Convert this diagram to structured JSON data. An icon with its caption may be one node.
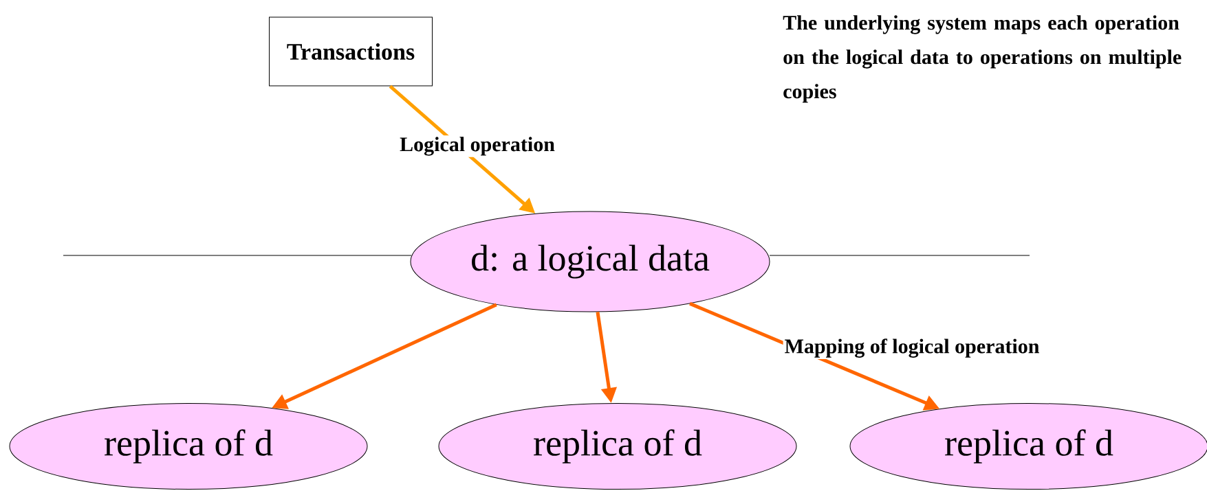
{
  "diagram": {
    "nodes": [
      {
        "text": [
          "Transactions"
        ]
      },
      {
        "text": [
          "d: a logical data"
        ]
      },
      {
        "text": [
          "replica of d"
        ]
      },
      {
        "text": [
          "replica of d"
        ]
      },
      {
        "text": [
          "replica of d"
        ]
      }
    ],
    "edges": [
      {
        "from": 0,
        "to": 1,
        "arrow": "to",
        "label": "Logical operation",
        "color": "#ffa000"
      },
      {
        "from": 1,
        "to": 2,
        "arrow": "to"
      },
      {
        "from": 1,
        "to": 3,
        "arrow": "to"
      },
      {
        "from": 1,
        "to": 4,
        "arrow": "to",
        "label": "Mapping of logical operation"
      }
    ],
    "labels": [
      "The underlying system maps each operation on the logical data to operations on multiple copies"
    ]
  }
}
